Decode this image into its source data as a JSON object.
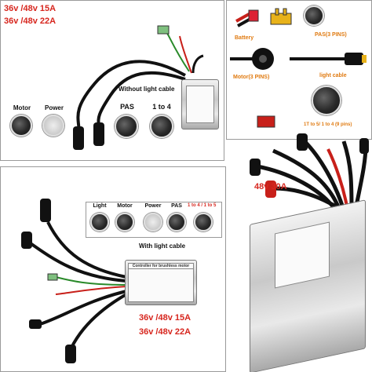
{
  "panel_top_left": {
    "spec_line1": "36v /48v 15A",
    "spec_line2": "36v /48v 22A",
    "caption": "Without light cable",
    "conn_motor": "Motor",
    "conn_power": "Power",
    "conn_pas": "PAS",
    "conn_1to4": "1 to 4"
  },
  "panel_top_right": {
    "battery": "Battery",
    "pas_pins": "PAS(3 PINS)",
    "motor_pins": "Motor(3 PINS)",
    "light_cable": "light cable",
    "pin_convert": "1T to 5/ 1 to 4 (9 pins)"
  },
  "panel_right": {
    "spec": "48v 30A"
  },
  "panel_bottom_left": {
    "caption": "With light cable",
    "conn_light": "Light",
    "conn_motor": "Motor",
    "conn_power": "Power",
    "conn_pas": "PAS",
    "conn_1to4_1to5": "1 to 4 / 1 to 5",
    "spec_line1": "36v /48v 15A",
    "spec_line2": "36v /48v 22A",
    "sticker_title": "Controller for brushless motor"
  },
  "colors": {
    "spec_red": "#d7261e",
    "label_orange": "#e07a10",
    "cable_black": "#111111",
    "cable_red": "#c8201a"
  }
}
